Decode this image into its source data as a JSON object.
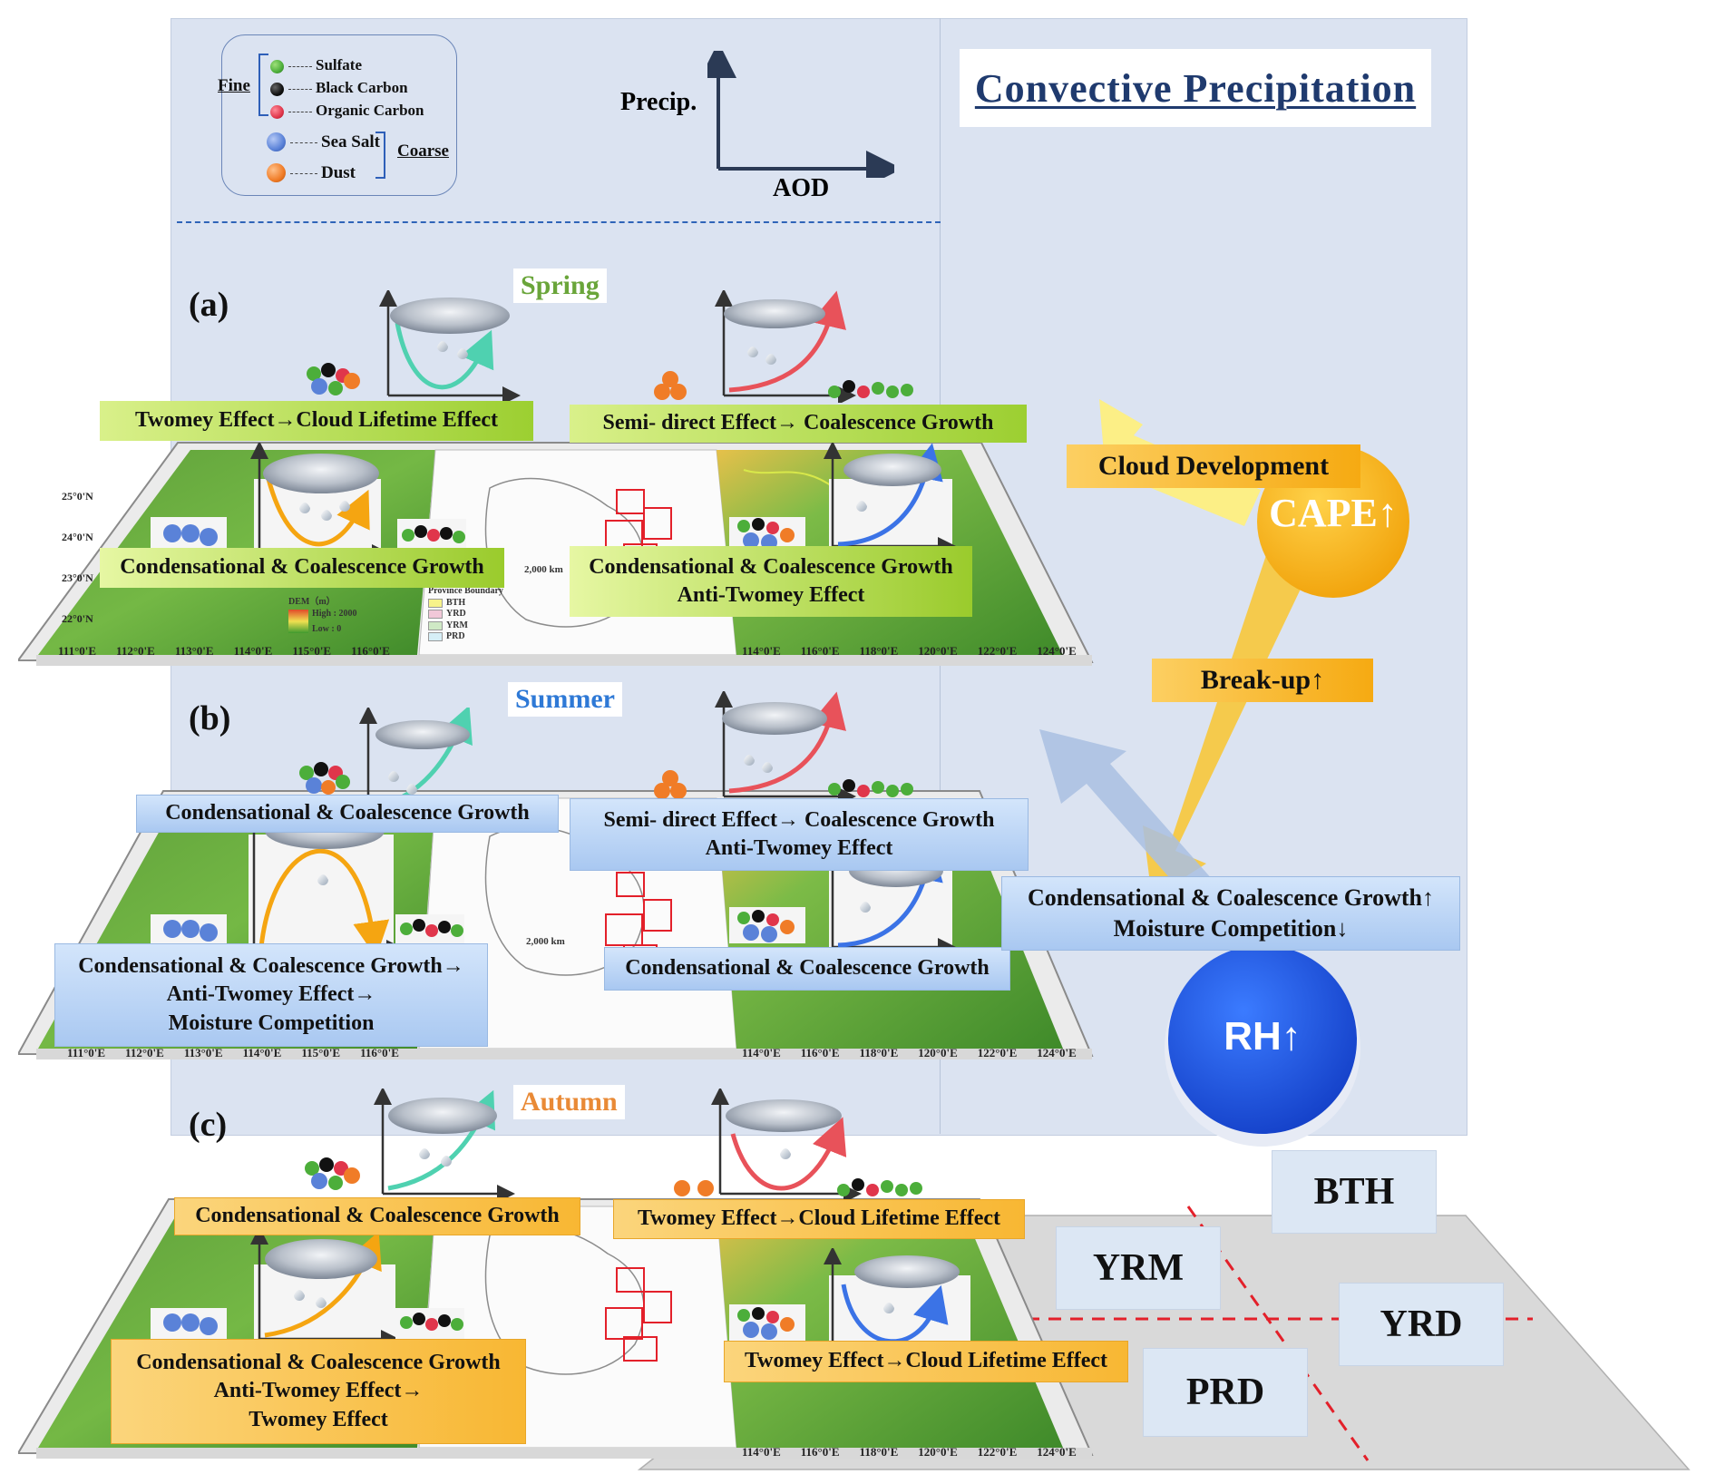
{
  "title": "Convective  Precipitation",
  "legend": {
    "fine_label": "Fine",
    "coarse_label": "Coarse",
    "items": [
      {
        "label": "Sulfate",
        "color": "#4cae3a"
      },
      {
        "label": "Black Carbon",
        "color": "#111111"
      },
      {
        "label": "Organic Carbon",
        "color": "#e0364b"
      },
      {
        "label": "Sea Salt",
        "color": "#5a82d8"
      },
      {
        "label": "Dust",
        "color": "#f07c27"
      }
    ]
  },
  "axes_key": {
    "y_label": "Precip.",
    "x_label": "AOD"
  },
  "panels": [
    {
      "letter": "(a)",
      "season": "Spring",
      "season_color": "#6aa53a",
      "labels": {
        "top_left": "Twomey Effect→Cloud Lifetime Effect",
        "top_right": "Semi- direct Effect→ Coalescence Growth",
        "bottom_left": "Condensational & Coalescence Growth",
        "bottom_right_1": "Condensational & Coalescence Growth",
        "bottom_right_2": "Anti-Twomey Effect"
      },
      "map_legend": [
        "DEM（m）",
        "High : 2000",
        "Low : 0",
        "Province Boundary",
        "BTH",
        "YRD",
        "YRM",
        "PRD"
      ],
      "scale": "2,000 km"
    },
    {
      "letter": "(b)",
      "season": "Summer",
      "season_color": "#2e79d6",
      "labels": {
        "top_left": "Condensational & Coalescence Growth",
        "top_right_1": "Semi- direct Effect→ Coalescence Growth",
        "top_right_2": "Anti-Twomey Effect",
        "bottom_left_1": "Condensational & Coalescence Growth→",
        "bottom_left_2": "Anti-Twomey Effect→",
        "bottom_left_3": "Moisture Competition",
        "bottom_right": "Condensational & Coalescence Growth"
      },
      "scale": "2,000 km"
    },
    {
      "letter": "(c)",
      "season": "Autumn",
      "season_color": "#e98a36",
      "labels": {
        "top_left": "Condensational & Coalescence Growth",
        "top_right": "Twomey Effect→Cloud Lifetime Effect",
        "bottom_left_1": "Condensational & Coalescence Growth",
        "bottom_left_2": "Anti-Twomey Effect→",
        "bottom_left_3": "Twomey Effect",
        "bottom_right": "Twomey Effect→Cloud Lifetime Effect"
      }
    }
  ],
  "lon_ticks_left": [
    "111°0'E",
    "112°0'E",
    "113°0'E",
    "114°0'E",
    "115°0'E",
    "116°0'E"
  ],
  "lon_ticks_right": [
    "114°0'E",
    "116°0'E",
    "118°0'E",
    "120°0'E",
    "122°0'E",
    "124°0'E"
  ],
  "lat_ticks_left": [
    "22°0'N",
    "23°0'N",
    "24°0'N",
    "25°0'N"
  ],
  "right_side": {
    "cloud_development": "Cloud Development",
    "cape": "CAPE↑",
    "breakup": "Break-up↑",
    "rh": "RH↑",
    "rh_effect_1": "Condensational & Coalescence Growth↑",
    "rh_effect_2": "Moisture Competition↓"
  },
  "regions": [
    "BTH",
    "YRM",
    "YRD",
    "PRD"
  ],
  "colors": {
    "green_band": "#9ccf31",
    "blue_band": "#a9c8f1",
    "orange_band": "#f8b733",
    "cape_circle": "#f8b10c",
    "rh_circle": "#1f5fe6",
    "curve_teal": "#4fd1b0",
    "curve_red": "#e8525a",
    "curve_orange": "#f5a511",
    "curve_blue": "#3b73e6"
  }
}
